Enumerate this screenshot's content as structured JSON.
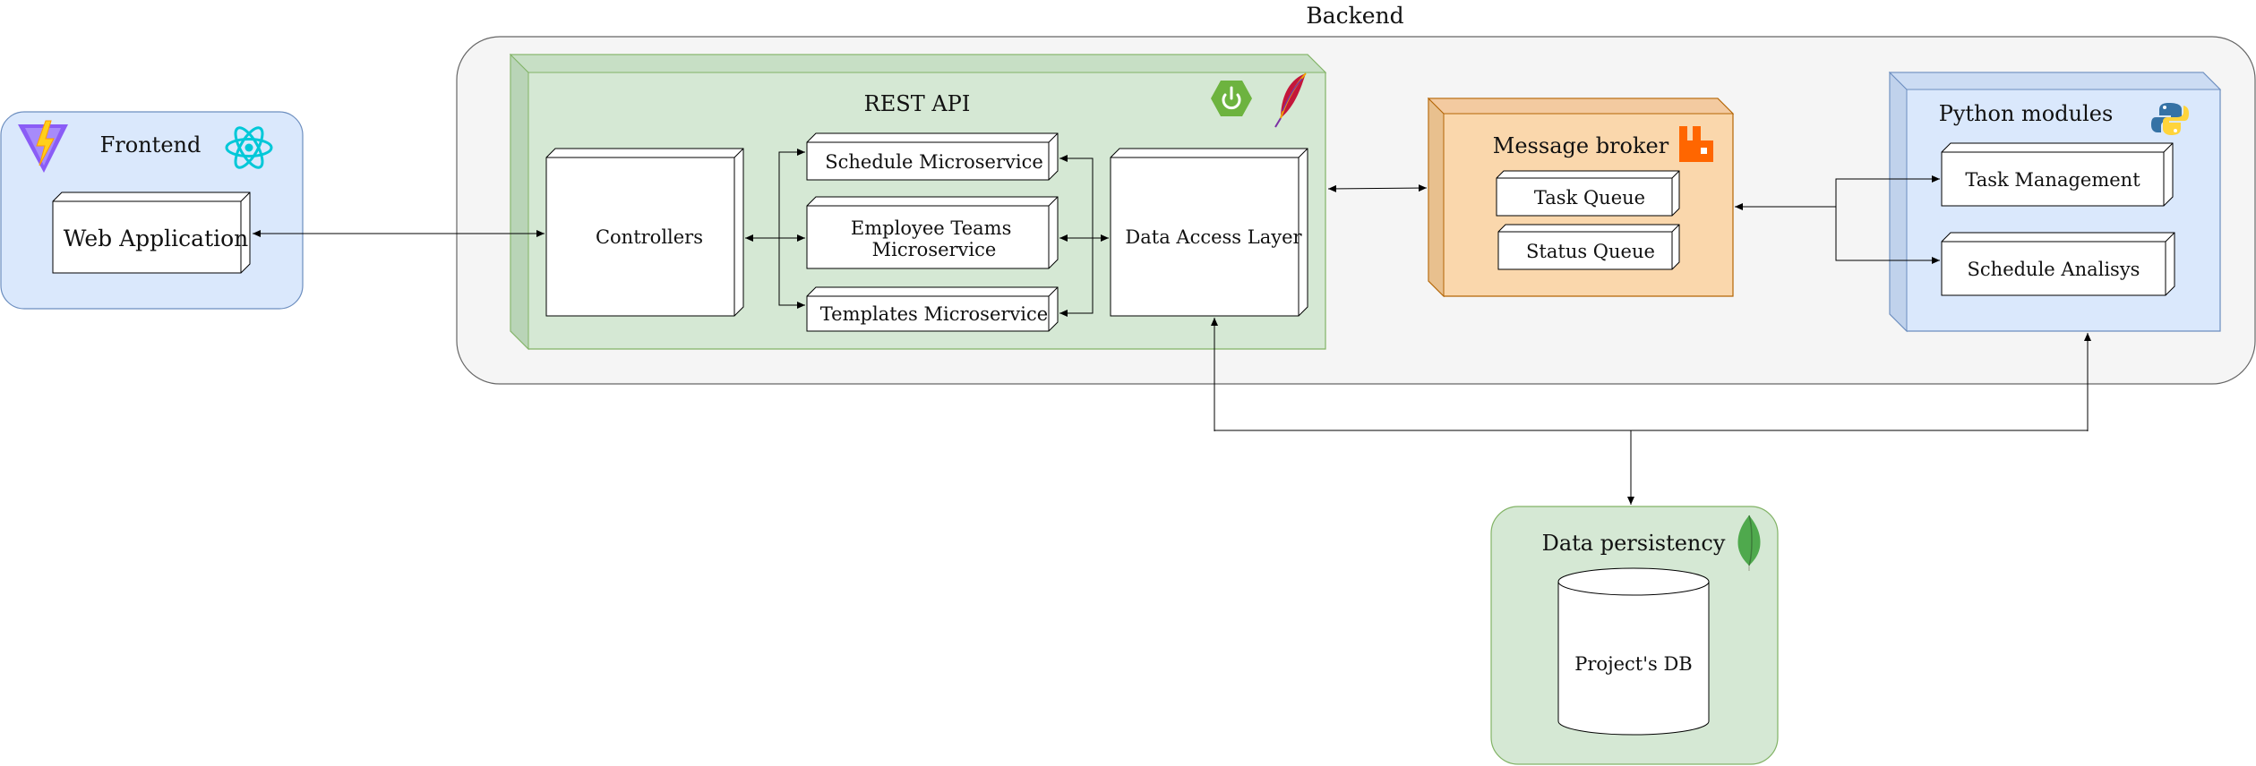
{
  "frontend": {
    "title": "Frontend",
    "icons": [
      "vite-logo-icon",
      "react-logo-icon"
    ],
    "web_app_label": "Web Application"
  },
  "backend": {
    "title": "Backend",
    "rest_api": {
      "title": "REST API",
      "icons": [
        "spring-boot-logo-icon",
        "apache-feather-icon"
      ],
      "controllers_label": "Controllers",
      "services": [
        "Schedule Microservice",
        "Employee Teams Microservice",
        "Templates Microservice"
      ],
      "data_access_label": "Data Access Layer"
    },
    "message_broker": {
      "title": "Message broker",
      "icon": "rabbitmq-logo-icon",
      "queues": [
        "Task Queue",
        "Status Queue"
      ]
    },
    "python_modules": {
      "title": "Python modules",
      "icon": "python-logo-icon",
      "items": [
        "Task Management",
        "Schedule Analisys"
      ]
    }
  },
  "persistency": {
    "title": "Data persistency",
    "icon": "mongodb-leaf-icon",
    "db_label": "Project's DB"
  },
  "colors": {
    "frontend_fill": "#dae8fc",
    "frontend_stroke": "#6c8ebf",
    "backend_fill": "#f5f5f5",
    "backend_stroke": "#666666",
    "rest_fill": "#d5e8d4",
    "rest_stroke": "#82b366",
    "broker_fill": "#fad7ac",
    "broker_stroke": "#b46504",
    "python_fill": "#dae8fc",
    "python_stroke": "#6c8ebf"
  }
}
